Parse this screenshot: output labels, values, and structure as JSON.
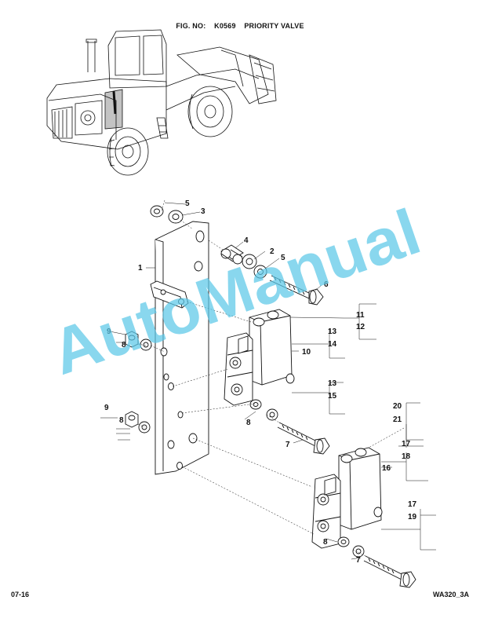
{
  "header": {
    "fig_label": "FIG. NO:",
    "fig_number": "K0569",
    "title": "PRIORITY VALVE"
  },
  "footer": {
    "left": "07-16",
    "right": "WA320_3A"
  },
  "watermark": "AutoManual",
  "colors": {
    "watermark": "#5bc7e8",
    "lines": "#111111"
  },
  "callouts": {
    "c1": "1",
    "c2": "2",
    "c3": "3",
    "c4": "4",
    "c5a": "5",
    "c5b": "5",
    "c6": "6",
    "c7a": "7",
    "c7b": "7",
    "c8a": "8",
    "c8b": "8",
    "c8c": "8",
    "c8d": "8",
    "c9a": "9",
    "c9b": "9",
    "c10": "10",
    "c11": "11",
    "c12": "12",
    "c13a": "13",
    "c13b": "13",
    "c14": "14",
    "c15": "15",
    "c16": "16",
    "c17a": "17",
    "c17b": "17",
    "c18": "18",
    "c19": "19",
    "c20": "20",
    "c21": "21"
  }
}
